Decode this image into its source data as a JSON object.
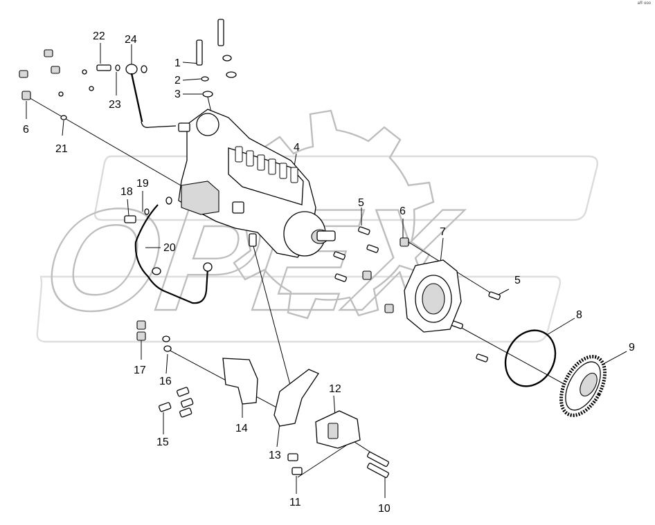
{
  "corner_tag": "a® ooo",
  "watermark": {
    "text": "OPEX",
    "color": "#bdbdbd"
  },
  "callouts": [
    {
      "id": "c1",
      "label": "1"
    },
    {
      "id": "c2",
      "label": "2"
    },
    {
      "id": "c3",
      "label": "3"
    },
    {
      "id": "c4",
      "label": "4"
    },
    {
      "id": "c5a",
      "label": "5"
    },
    {
      "id": "c5b",
      "label": "5"
    },
    {
      "id": "c6a",
      "label": "6"
    },
    {
      "id": "c6b",
      "label": "6"
    },
    {
      "id": "c7",
      "label": "7"
    },
    {
      "id": "c8",
      "label": "8"
    },
    {
      "id": "c9",
      "label": "9"
    },
    {
      "id": "c10",
      "label": "10"
    },
    {
      "id": "c11",
      "label": "11"
    },
    {
      "id": "c12",
      "label": "12"
    },
    {
      "id": "c13",
      "label": "13"
    },
    {
      "id": "c14",
      "label": "14"
    },
    {
      "id": "c15",
      "label": "15"
    },
    {
      "id": "c16",
      "label": "16"
    },
    {
      "id": "c17",
      "label": "17"
    },
    {
      "id": "c18",
      "label": "18"
    },
    {
      "id": "c19",
      "label": "19"
    },
    {
      "id": "c20",
      "label": "20"
    },
    {
      "id": "c21",
      "label": "21"
    },
    {
      "id": "c22",
      "label": "22"
    },
    {
      "id": "c23",
      "label": "23"
    },
    {
      "id": "c24",
      "label": "24"
    }
  ]
}
